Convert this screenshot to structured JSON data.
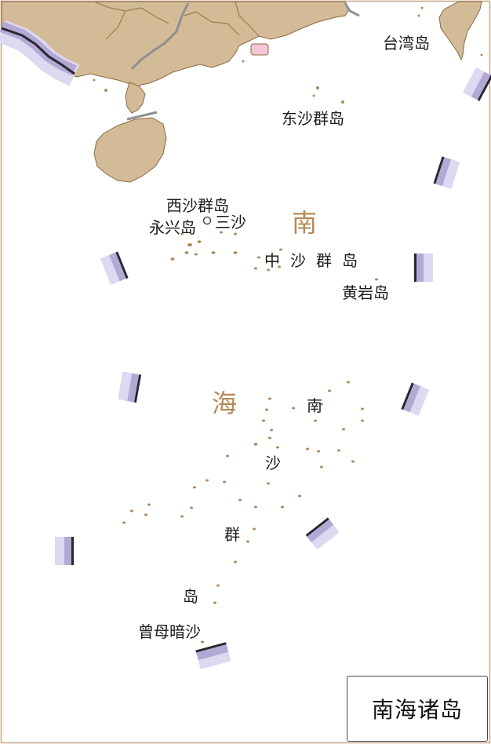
{
  "colors": {
    "land": "#d3bb97",
    "coast": "#8a6a45",
    "island": "#b0855a",
    "province_border": "#a0784a",
    "river": "#8e9093",
    "boundary_dark": "#2a2530",
    "boundary_mid": "#b2aad5",
    "boundary_light": "#dcd9f0",
    "frame": "#c9a586",
    "sea_text": "#b58a55"
  },
  "labels": {
    "taiwan": "台湾岛",
    "dongsha": "东沙群岛",
    "xisha": "西沙群岛",
    "yongxing": "永兴岛",
    "sansha": "三沙",
    "zhongsha": "中沙群岛",
    "huangyan": "黄岩岛",
    "nansha_1": "南",
    "nansha_2": "沙",
    "nansha_3": "群",
    "nansha_4": "岛",
    "zengmu": "曾母暗沙",
    "sea_1": "南",
    "sea_2": "海"
  },
  "legend": {
    "title": "南海诸岛"
  },
  "icons": {
    "city_marker": "circle-city-marker"
  }
}
